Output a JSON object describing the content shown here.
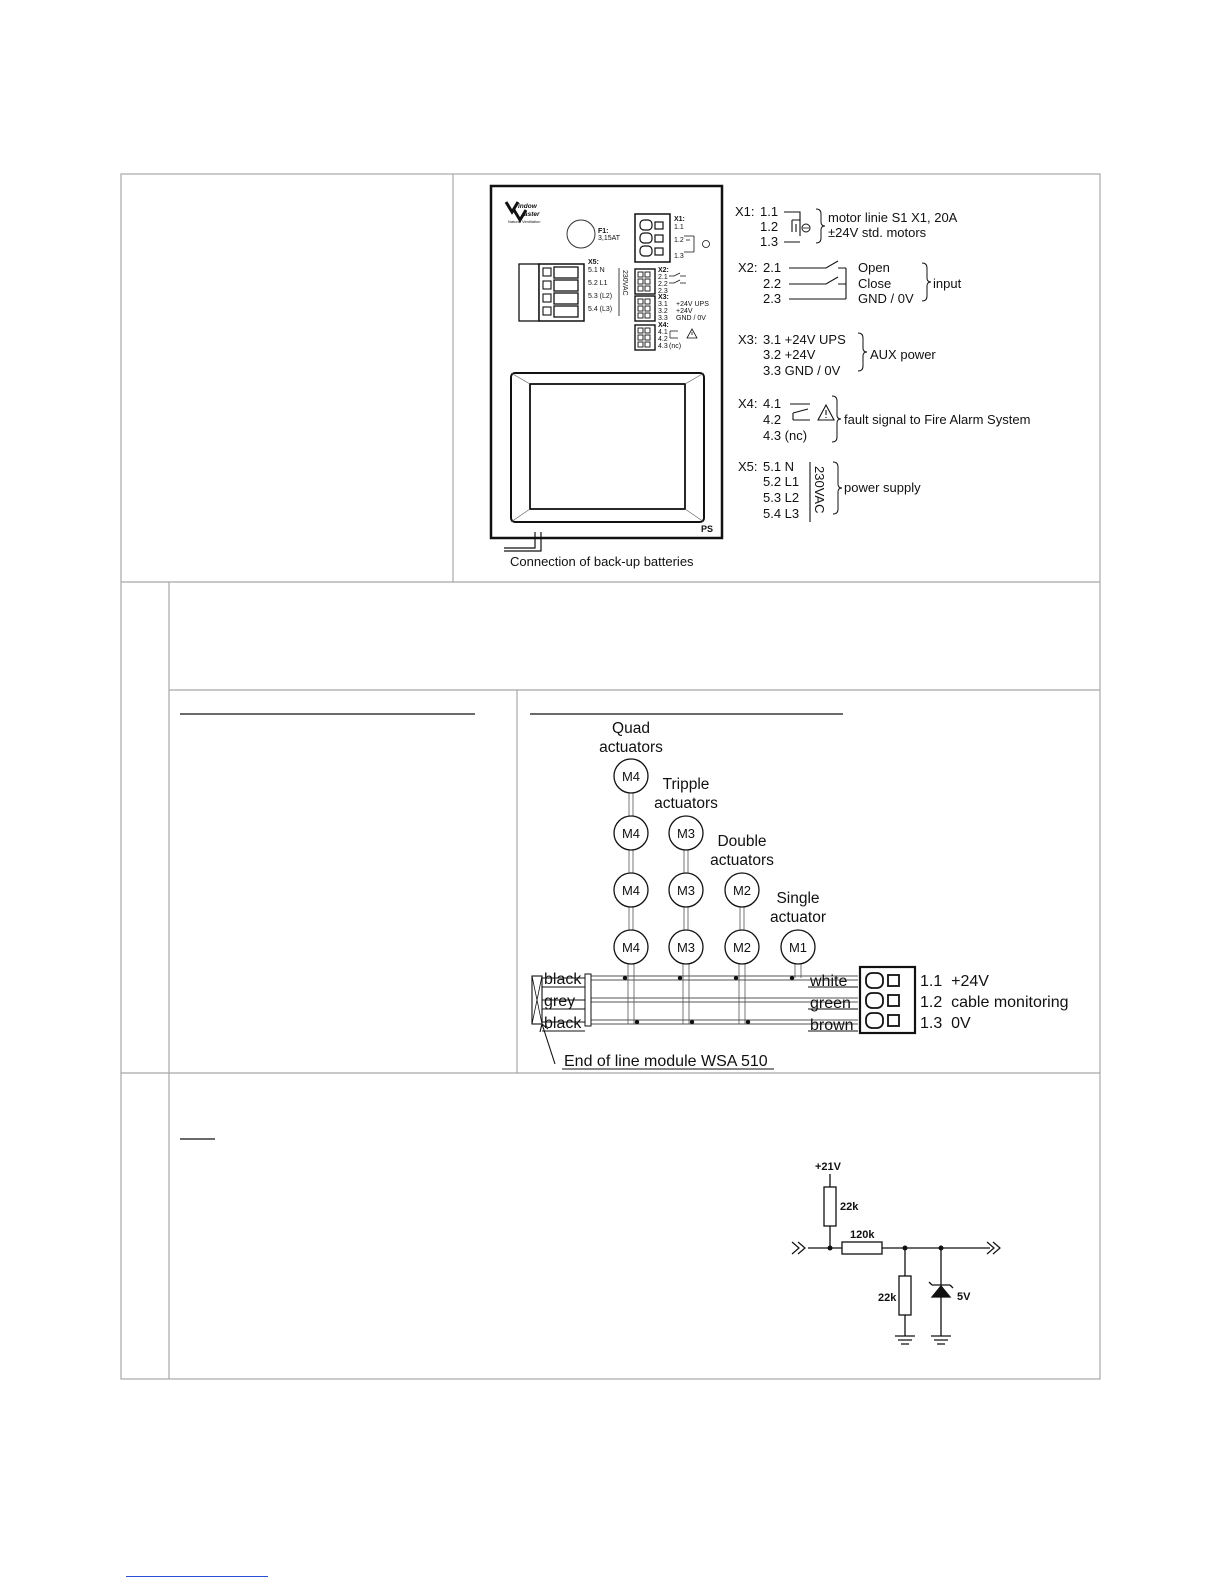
{
  "panel": {
    "logo": [
      "indow",
      "aster"
    ],
    "logo_tag": "Natural Ventilation",
    "fuse": [
      "F1:",
      "3,15AT"
    ],
    "x1_small": [
      "X1:",
      "1.1",
      "1.2",
      "1.3"
    ],
    "x2_small": [
      "X2:",
      "2.1",
      "2.2",
      "2.3"
    ],
    "x3_small": [
      "X3:",
      "3.1",
      "3.2",
      "3.3",
      "+24V UPS",
      "+24V",
      "GND / 0V"
    ],
    "x4_small": [
      "X4:",
      "4.1",
      "4.2",
      "4.3",
      "(nc)"
    ],
    "x5_small": [
      "X5:",
      "5.1 N",
      "5.2 L1",
      "5.3 (L2)",
      "5.4 (L3)"
    ],
    "v230_small": "230VAC",
    "ps_label": "PS",
    "battery_caption": "Connection of back-up batteries"
  },
  "legend": {
    "x1": {
      "name": "X1:",
      "pins": [
        "1.1",
        "1.2",
        "1.3"
      ],
      "desc": [
        "motor linie S1 X1, 20A",
        "±24V std. motors"
      ]
    },
    "x2": {
      "name": "X2:",
      "pins": [
        "2.1",
        "2.2",
        "2.3"
      ],
      "desc": [
        "Open",
        "Close",
        "GND / 0V"
      ],
      "group": "input"
    },
    "x3": {
      "name": "X3:",
      "pins": [
        "3.1 +24V UPS",
        "3.2 +24V",
        "3.3 GND / 0V"
      ],
      "group": "AUX power"
    },
    "x4": {
      "name": "X4:",
      "pins": [
        "4.1",
        "4.2",
        "4.3 (nc)"
      ],
      "group": "fault signal to Fire Alarm System"
    },
    "x5": {
      "name": "X5:",
      "pins": [
        "5.1 N",
        "5.2 L1",
        "5.3 L2",
        "5.4 L3"
      ],
      "vert": "230VAC",
      "group": "power supply"
    }
  },
  "actuators": {
    "headers": [
      "Quad",
      "actuators",
      "Tripple",
      "actuators",
      "Double",
      "actuators",
      "Single",
      "actuator"
    ],
    "motor_labels": {
      "m4": "M4",
      "m3": "M3",
      "m2": "M2",
      "m1": "M1"
    },
    "left_wires": [
      "black",
      "grey",
      "black"
    ],
    "right_wires": [
      "white",
      "green",
      "brown"
    ],
    "terminals": [
      "1.1  +24V",
      "1.2  cable monitoring",
      "1.3  0V"
    ],
    "end_module": "End of line module WSA 510"
  },
  "circuit": {
    "supply": "+21V",
    "r_top": "22k",
    "r_series": "120k",
    "r_bottom": "22k",
    "zener": "5V"
  }
}
